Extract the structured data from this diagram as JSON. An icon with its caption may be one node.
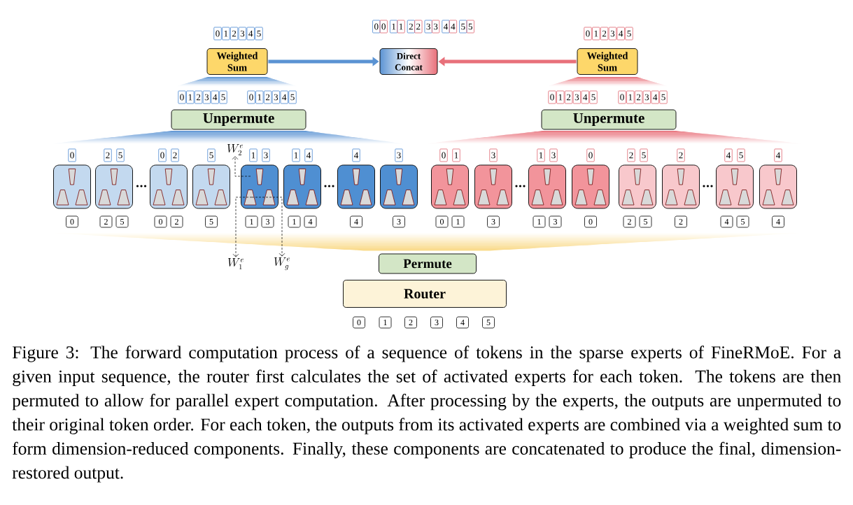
{
  "diagram": {
    "caption": "Figure 3: The forward computation process of a sequence of tokens in the sparse experts of FineRMoE. For a given input sequence, the router first calculates the set of activated experts for each token. The tokens are then permuted to allow for parallel expert computation. After processing by the experts, the outputs are unpermuted to their original token order. For each token, the outputs from its activated experts are combined via a weighted sum to form dimension-reduced components. Finally, these components are concatenated to produce the final, dimension-restored output.",
    "nodes": [
      {
        "text": [
          "0"
        ]
      },
      {
        "text": [
          "1"
        ]
      },
      {
        "text": [
          "2"
        ]
      },
      {
        "text": [
          "3"
        ]
      },
      {
        "text": [
          "4"
        ]
      },
      {
        "text": [
          "5"
        ]
      },
      {
        "text": [
          "0"
        ]
      },
      {
        "text": [
          "0"
        ]
      },
      {
        "text": [
          "1"
        ]
      },
      {
        "text": [
          "1"
        ]
      },
      {
        "text": [
          "2"
        ]
      },
      {
        "text": [
          "2"
        ]
      },
      {
        "text": [
          "3"
        ]
      },
      {
        "text": [
          "3"
        ]
      },
      {
        "text": [
          "4"
        ]
      },
      {
        "text": [
          "4"
        ]
      },
      {
        "text": [
          "5"
        ]
      },
      {
        "text": [
          "5"
        ]
      },
      {
        "text": [
          "0"
        ]
      },
      {
        "text": [
          "1"
        ]
      },
      {
        "text": [
          "2"
        ]
      },
      {
        "text": [
          "3"
        ]
      },
      {
        "text": [
          "4"
        ]
      },
      {
        "text": [
          "5"
        ]
      },
      {
        "text": [
          "Weighted Sum"
        ]
      },
      {
        "text": [
          "Direct Concat"
        ]
      },
      {
        "text": [
          "Weighted Sum"
        ]
      },
      {
        "text": [
          "0"
        ]
      },
      {
        "text": [
          "1"
        ]
      },
      {
        "text": [
          "2"
        ]
      },
      {
        "text": [
          "3"
        ]
      },
      {
        "text": [
          "4"
        ]
      },
      {
        "text": [
          "5"
        ]
      },
      {
        "text": [
          "0"
        ]
      },
      {
        "text": [
          "1"
        ]
      },
      {
        "text": [
          "2"
        ]
      },
      {
        "text": [
          "3"
        ]
      },
      {
        "text": [
          "4"
        ]
      },
      {
        "text": [
          "5"
        ]
      },
      {
        "text": [
          "0"
        ]
      },
      {
        "text": [
          "1"
        ]
      },
      {
        "text": [
          "2"
        ]
      },
      {
        "text": [
          "3"
        ]
      },
      {
        "text": [
          "4"
        ]
      },
      {
        "text": [
          "5"
        ]
      },
      {
        "text": [
          "0"
        ]
      },
      {
        "text": [
          "1"
        ]
      },
      {
        "text": [
          "2"
        ]
      },
      {
        "text": [
          "3"
        ]
      },
      {
        "text": [
          "4"
        ]
      },
      {
        "text": [
          "5"
        ]
      },
      {
        "text": [
          "Unpermute"
        ]
      },
      {
        "text": [
          "Unpermute"
        ]
      },
      {
        "text": [
          "W_2^e"
        ]
      },
      {
        "text": [
          "0"
        ]
      },
      {
        "text": [
          "2"
        ]
      },
      {
        "text": [
          "5"
        ]
      },
      {
        "text": [
          "0"
        ]
      },
      {
        "text": [
          "2"
        ]
      },
      {
        "text": [
          "5"
        ]
      },
      {
        "text": [
          "1"
        ]
      },
      {
        "text": [
          "3"
        ]
      },
      {
        "text": [
          "1"
        ]
      },
      {
        "text": [
          "4"
        ]
      },
      {
        "text": [
          "4"
        ]
      },
      {
        "text": [
          "3"
        ]
      },
      {
        "text": [
          "0"
        ]
      },
      {
        "text": [
          "1"
        ]
      },
      {
        "text": [
          "3"
        ]
      },
      {
        "text": [
          "1"
        ]
      },
      {
        "text": [
          "3"
        ]
      },
      {
        "text": [
          "0"
        ]
      },
      {
        "text": [
          "2"
        ]
      },
      {
        "text": [
          "5"
        ]
      },
      {
        "text": [
          "2"
        ]
      },
      {
        "text": [
          "4"
        ]
      },
      {
        "text": [
          "5"
        ]
      },
      {
        "text": [
          "4"
        ]
      },
      {
        "text": [],
        "shape": "box"
      },
      {
        "text": [],
        "shape": "box"
      },
      {
        "text": [],
        "shape": "box"
      },
      {
        "text": [],
        "shape": "box"
      },
      {
        "text": [],
        "shape": "box"
      },
      {
        "text": [],
        "shape": "box"
      },
      {
        "text": [],
        "shape": "box"
      },
      {
        "text": [],
        "shape": "box"
      },
      {
        "text": [],
        "shape": "box"
      },
      {
        "text": [],
        "shape": "box"
      },
      {
        "text": [],
        "shape": "box"
      },
      {
        "text": [],
        "shape": "box"
      },
      {
        "text": [],
        "shape": "box"
      },
      {
        "text": [],
        "shape": "box"
      },
      {
        "text": [],
        "shape": "box"
      },
      {
        "text": [],
        "shape": "box"
      },
      {
        "text": [
          "0"
        ]
      },
      {
        "text": [
          "2"
        ]
      },
      {
        "text": [
          "5"
        ]
      },
      {
        "text": [
          "0"
        ]
      },
      {
        "text": [
          "2"
        ]
      },
      {
        "text": [
          "5"
        ]
      },
      {
        "text": [
          "1"
        ]
      },
      {
        "text": [
          "3"
        ]
      },
      {
        "text": [
          "1"
        ]
      },
      {
        "text": [
          "4"
        ]
      },
      {
        "text": [
          "4"
        ]
      },
      {
        "text": [
          "3"
        ]
      },
      {
        "text": [
          "0"
        ]
      },
      {
        "text": [
          "1"
        ]
      },
      {
        "text": [
          "3"
        ]
      },
      {
        "text": [
          "1"
        ]
      },
      {
        "text": [
          "3"
        ]
      },
      {
        "text": [
          "0"
        ]
      },
      {
        "text": [
          "2"
        ]
      },
      {
        "text": [
          "5"
        ]
      },
      {
        "text": [
          "2"
        ]
      },
      {
        "text": [
          "4"
        ]
      },
      {
        "text": [
          "5"
        ]
      },
      {
        "text": [
          "4"
        ]
      },
      {
        "text": [
          "W_1^e"
        ]
      },
      {
        "text": [
          "W_g^e"
        ]
      },
      {
        "text": [
          "Permute"
        ]
      },
      {
        "text": [
          "Router"
        ]
      },
      {
        "text": [
          "0"
        ]
      },
      {
        "text": [
          "1"
        ]
      },
      {
        "text": [
          "2"
        ]
      },
      {
        "text": [
          "3"
        ]
      },
      {
        "text": [
          "4"
        ]
      },
      {
        "text": [
          "5"
        ]
      }
    ],
    "edges": [
      {
        "from": 24,
        "to": 25,
        "arrow": "to",
        "style": "thick",
        "color": "#5b93d3"
      },
      {
        "from": 26,
        "to": 25,
        "arrow": "to",
        "style": "thick",
        "color": "#e8707a"
      },
      {
        "from": 82,
        "to": 53,
        "arrow": "to",
        "style": "dashed"
      },
      {
        "from": 82,
        "to": 118,
        "arrow": "to",
        "style": "dashed"
      },
      {
        "from": 82,
        "to": 119,
        "arrow": "to",
        "style": "dashed"
      }
    ]
  }
}
